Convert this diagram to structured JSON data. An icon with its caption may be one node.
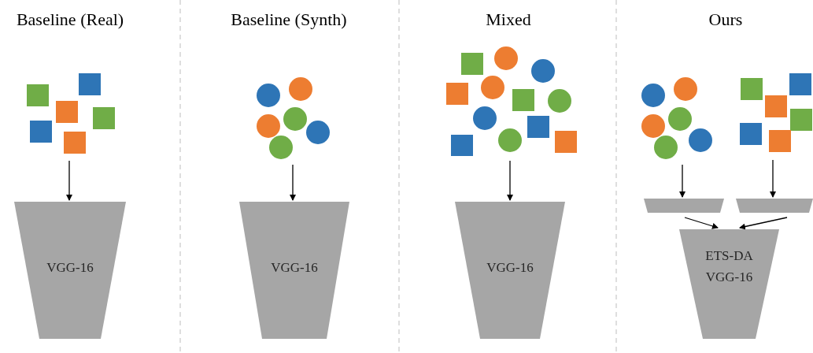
{
  "diagram": {
    "nodes": [
      {
        "text": [],
        "shape": "picture"
      },
      {
        "text": [
          "VGG-16"
        ]
      },
      {
        "text": [],
        "shape": "picture"
      },
      {
        "text": [
          "VGG-16"
        ]
      },
      {
        "text": [],
        "shape": "picture"
      },
      {
        "text": [
          "VGG-16"
        ]
      },
      {
        "text": [],
        "shape": "picture"
      },
      {
        "text": [],
        "shape": "picture"
      },
      {
        "text": [],
        "shape": "trapezoid"
      },
      {
        "text": [],
        "shape": "trapezoid"
      },
      {
        "text": [
          "ETS-DA VGG-16"
        ]
      }
    ],
    "edges": [
      {
        "from": 0,
        "to": 1,
        "arrow": "to"
      },
      {
        "from": 2,
        "to": 3,
        "arrow": "to"
      },
      {
        "from": 4,
        "to": 5,
        "arrow": "to"
      },
      {
        "from": 6,
        "to": 8,
        "arrow": "to"
      },
      {
        "from": 7,
        "to": 9,
        "arrow": "to"
      },
      {
        "from": 8,
        "to": 10,
        "arrow": "to"
      },
      {
        "from": 9,
        "to": 10,
        "arrow": "to"
      }
    ],
    "labels": [
      "Baseline (Real)",
      "Baseline (Synth)",
      "Mixed",
      "Ours"
    ]
  }
}
